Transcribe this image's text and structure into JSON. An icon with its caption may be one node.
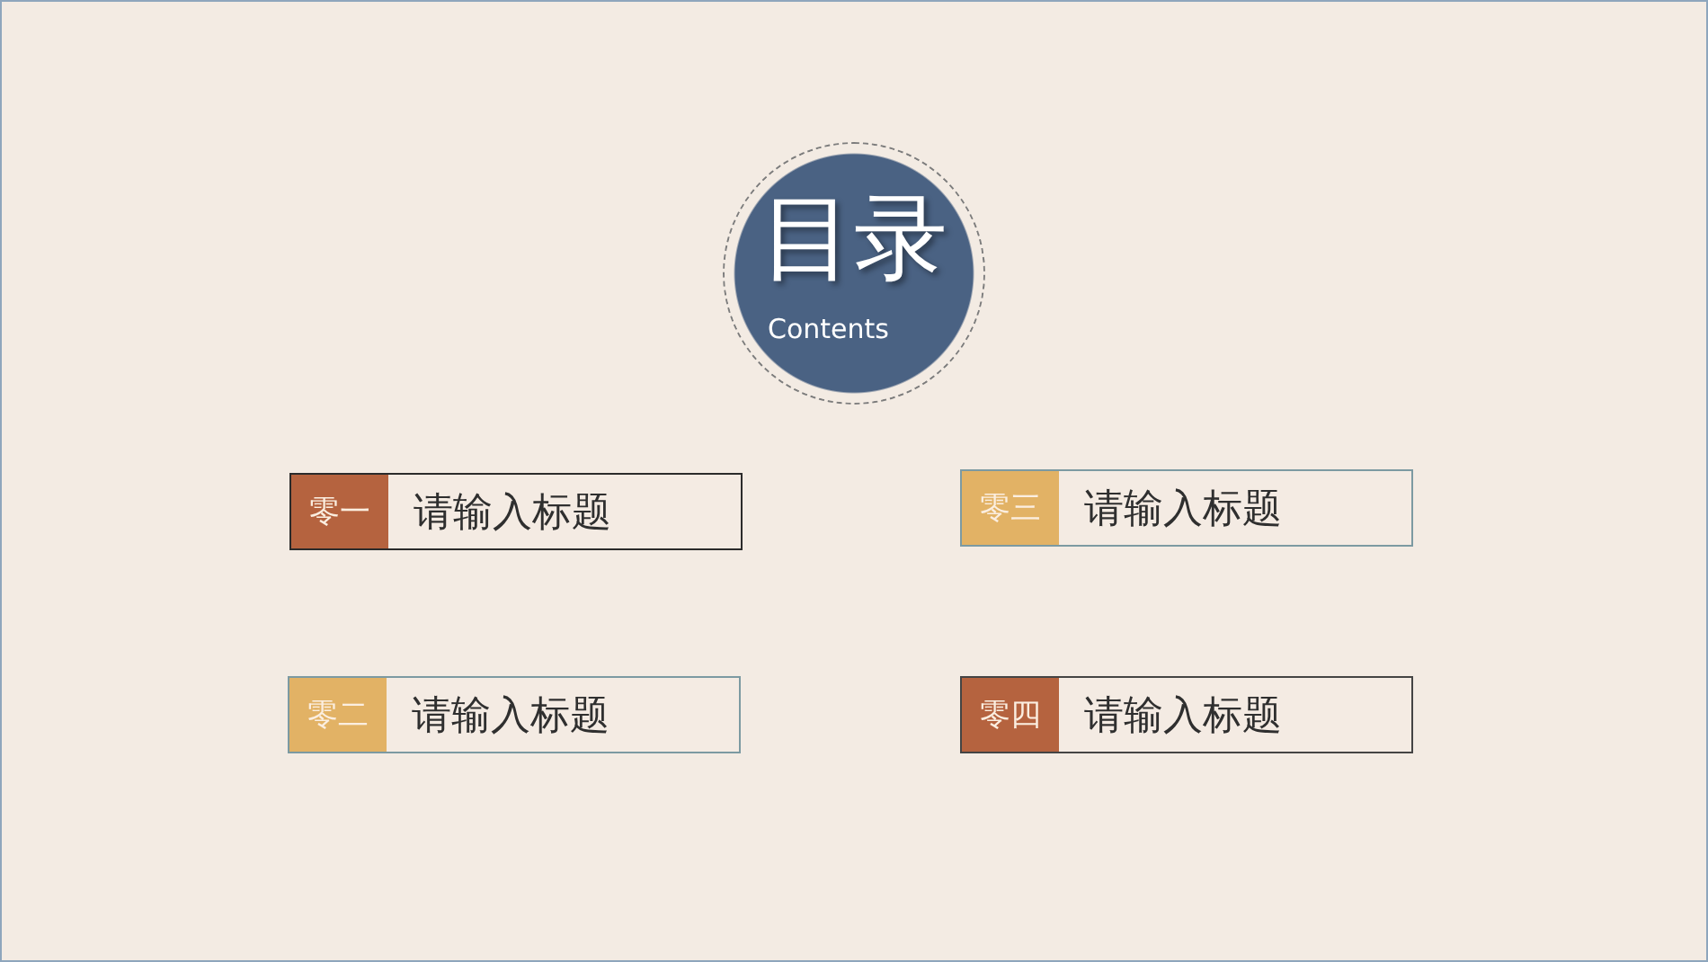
{
  "diagram": {
    "nodes": [
      {
        "text": [
          "目录",
          "Contents"
        ]
      },
      {
        "text": [
          "零一",
          "请输入标题"
        ]
      },
      {
        "text": [
          "零三",
          "请输入标题"
        ]
      },
      {
        "text": [
          "零二",
          "请输入标题"
        ]
      },
      {
        "text": [
          "零四",
          "请输入标题"
        ]
      }
    ]
  }
}
